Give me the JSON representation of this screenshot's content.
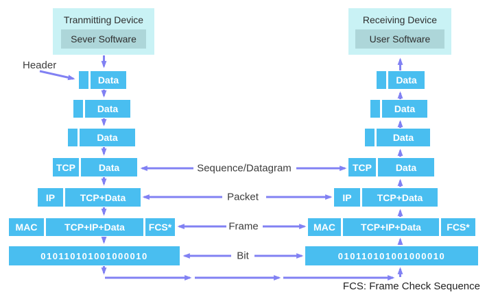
{
  "colors": {
    "box_blue": "#49BEF0",
    "arrow_purple": "#8181F3",
    "device_box_bg": "#C9F2F5",
    "software_box_bg": "#ADD6D9",
    "box_text": "#FFFFFF",
    "label_text": "#3C3C3C"
  },
  "transmitter": {
    "title": "Tranmitting Device",
    "software": "Sever Software"
  },
  "receiver": {
    "title": "Receiving Device",
    "software": "User Software"
  },
  "labels": {
    "header": "Header",
    "footnote": "FCS: Frame Check Sequence"
  },
  "middle_labels": [
    "Sequence/Datagram",
    "Packet",
    "Frame",
    "Bit"
  ],
  "stack_rows": [
    {
      "cells": [
        "",
        "Data"
      ]
    },
    {
      "cells": [
        "",
        "Data"
      ]
    },
    {
      "cells": [
        "",
        "Data"
      ]
    },
    {
      "cells": [
        "TCP",
        "Data"
      ]
    },
    {
      "cells": [
        "IP",
        "TCP+Data"
      ]
    },
    {
      "cells": [
        "MAC",
        "TCP+IP+Data",
        "FCS*"
      ]
    },
    {
      "cells": [
        "010110101001000010"
      ]
    }
  ]
}
